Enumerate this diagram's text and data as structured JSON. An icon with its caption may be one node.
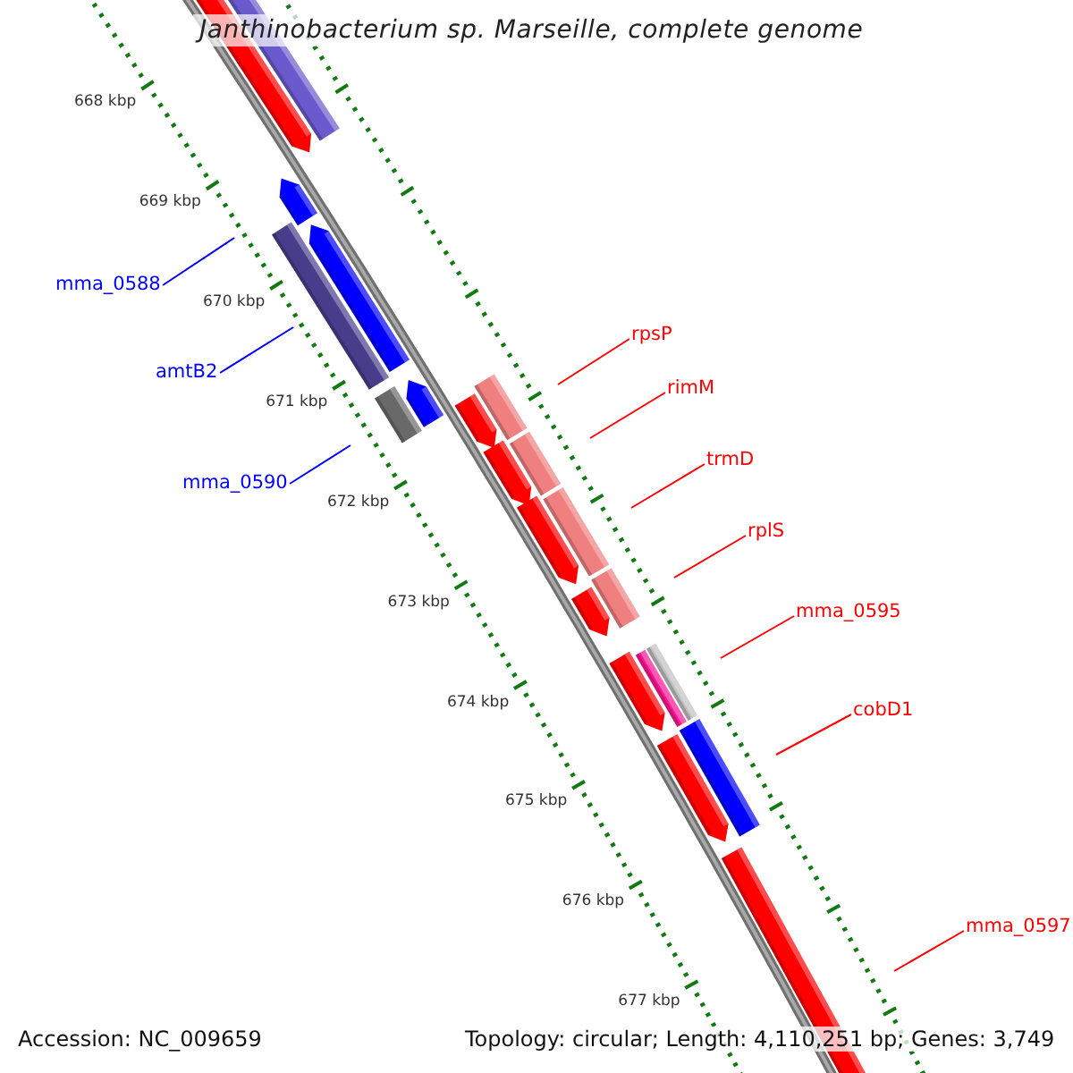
{
  "diagram": {
    "title": "Janthinobacterium sp. Marseille, complete genome",
    "nodes": [
      {
        "text": [
          "mma_0588"
        ]
      },
      {
        "text": [
          "rpsP"
        ]
      },
      {
        "text": [
          "amtB2"
        ]
      },
      {
        "text": [
          "rimM"
        ]
      },
      {
        "text": [
          "trmD"
        ]
      },
      {
        "text": [
          "mma_0590"
        ]
      },
      {
        "text": [
          "rplS"
        ]
      },
      {
        "text": [
          "mma_0595"
        ]
      },
      {
        "text": [
          "cobD1"
        ]
      },
      {
        "text": [
          "mma_0597"
        ]
      }
    ],
    "edges": [
      {
        "from": 0,
        "to": null,
        "arrow": "none",
        "color": "#0000ff"
      },
      {
        "from": 1,
        "to": null,
        "arrow": "none"
      },
      {
        "from": 2,
        "to": null,
        "arrow": "none",
        "color": "#0000ff"
      },
      {
        "from": 3,
        "to": null,
        "arrow": "none"
      },
      {
        "from": 4,
        "to": null,
        "arrow": "none"
      },
      {
        "from": 5,
        "to": null,
        "arrow": "none",
        "color": "#0000ff"
      },
      {
        "from": 6,
        "to": null,
        "arrow": "none"
      },
      {
        "from": 7,
        "to": null,
        "arrow": "none"
      },
      {
        "from": 8,
        "to": null,
        "arrow": "none"
      },
      {
        "from": 9,
        "to": null,
        "arrow": "none"
      }
    ],
    "labels": [
      "668 kbp",
      "669 kbp",
      "670 kbp",
      "671 kbp",
      "672 kbp",
      "673 kbp",
      "674 kbp",
      "675 kbp",
      "676 kbp",
      "677 kbp",
      "Accession: NC_009659",
      "Topology: circular; Length: 4,110,251 bp; Genes: 3,749"
    ]
  }
}
